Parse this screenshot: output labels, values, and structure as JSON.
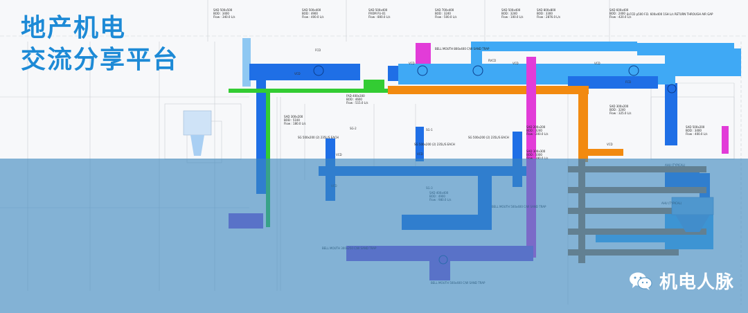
{
  "title": {
    "line1": "地产机电",
    "line2": "交流分享平台"
  },
  "brand": {
    "name": "机电人脉",
    "icon": "wechat-icon"
  },
  "colors": {
    "title": "#1d8ad6",
    "overlay": "#3c87be",
    "duct_blue": "#1f6fe6",
    "duct_cyan": "#3fa9f5",
    "duct_orange": "#f28a10",
    "duct_magenta": "#e23cd8",
    "duct_purple": "#8a4fd8",
    "duct_brown": "#a0744a",
    "duct_green": "#33cc33"
  },
  "annotations": [
    {
      "lines": [
        "SAD 500x500",
        "BOD : 3400",
        "Flow : 340.0 L/s"
      ]
    },
    {
      "lines": [
        "SAD 500x400",
        "BOD : 4900",
        "Flow : 400.0 L/s"
      ]
    },
    {
      "lines": [
        "SAD 500x400",
        "FROM FU-01",
        "Flow : 800.0 L/s"
      ]
    },
    {
      "lines": [
        "SAD 700x400",
        "BOD : 3240",
        "Flow : 500.0 L/s"
      ]
    },
    {
      "lines": [
        "SAD 500x400",
        "BOD : 3240",
        "Flow : 100.0 L/s"
      ]
    },
    {
      "lines": [
        "SAD 800x800",
        "BOD : 3300",
        "Flow : 2876.0 L/s"
      ]
    },
    {
      "lines": [
        "SAD 600x400",
        "BOD : 2400",
        "Flow : 420.0 L/s"
      ]
    },
    {
      "lines": [
        "FAD 400x300",
        "BOD : 4600",
        "Flow : 515.0 L/s"
      ]
    },
    {
      "lines": [
        "SAD 300x200",
        "BOD : 3240",
        "Flow : 325.0 L/s"
      ]
    },
    {
      "lines": [
        "SAD 200x200",
        "BOD : 3240",
        "Flow : 200.0 L/s"
      ]
    },
    {
      "lines": [
        "SAD 300x200",
        "BOD : 5100",
        "Flow : 180.0 L/s"
      ]
    },
    {
      "lines": [
        "SAD 400x400",
        "BOD : 4900",
        "Flow : 980.0 L/s"
      ]
    },
    {
      "lines": [
        "SAD 300x300",
        "BOD : 5000",
        "Flow : 390.0 L/s"
      ]
    },
    {
      "lines": [
        "SAD 500x200",
        "BOD : 3400",
        "Flow : 400.0 L/s"
      ]
    }
  ],
  "tags": [
    "VCD",
    "VCD",
    "VCD",
    "VCD",
    "VCD",
    "VCD",
    "VCD",
    "VCD",
    "FCD",
    "FCD",
    "SG-1",
    "SG-2",
    "SG-3",
    "RVCD"
  ],
  "callouts": [
    "BELL MOUTH 800x400 C/W SAND TRAP",
    "BELL MOUTH 300x250 C/W SAND TRAP",
    "BELL MOUTH 500x400 C/W SAND TRAP",
    "BELL MOUTH 500x400 C/W SAND TRAP",
    "B-FCD p500 F.D. 600x400 1SH L/s RETURN THROUGH AIR GAP",
    "SG 500x200 (2) 235L/S EACH",
    "SG 500x200 (2) 235L/S EACH",
    "SG 500x200 (2) 235L/S EACH",
    "AHU (TYPICAL)",
    "AHU (TYPICAL)"
  ]
}
